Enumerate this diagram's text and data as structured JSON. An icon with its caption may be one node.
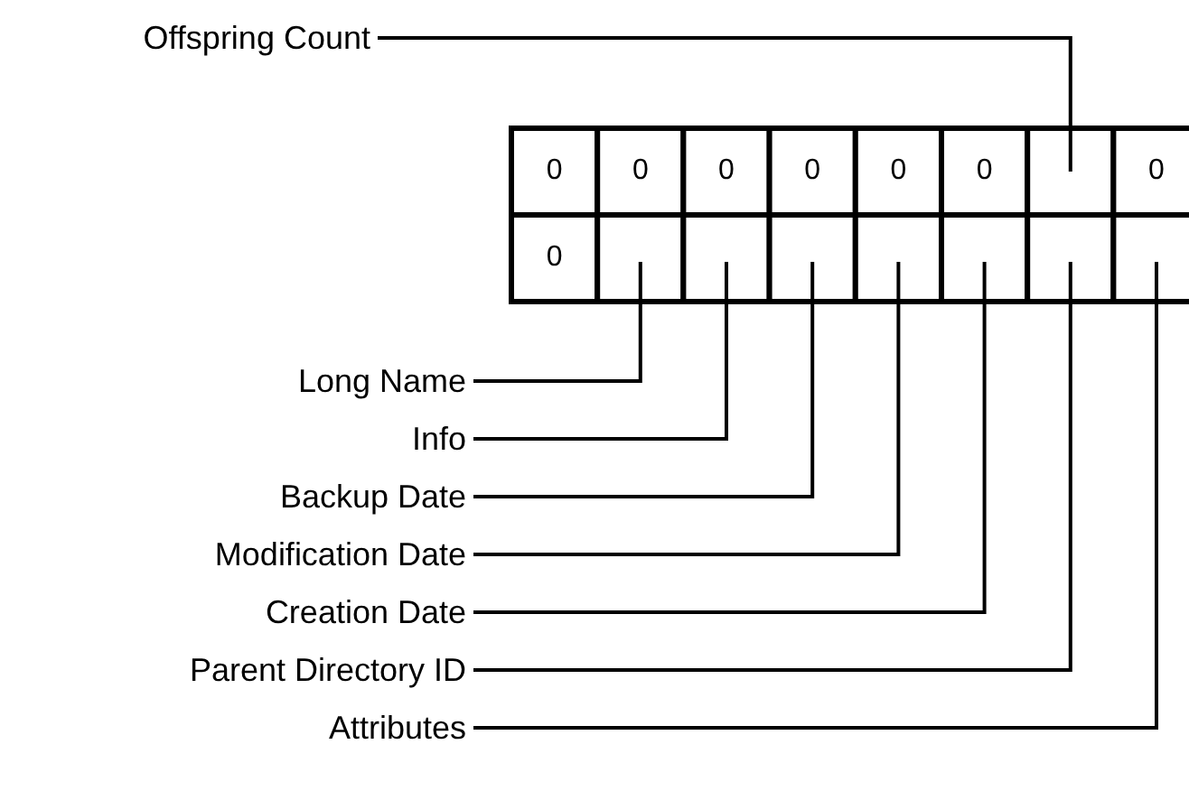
{
  "diagram": {
    "nodes": [
      {
        "text": [
          "Offspring Count"
        ]
      },
      {
        "text": [],
        "shape": "box"
      },
      {
        "text": [
          "Long Name"
        ]
      },
      {
        "text": [
          "Info"
        ]
      },
      {
        "text": [
          "Backup Date"
        ]
      },
      {
        "text": [
          "Modification Date"
        ]
      },
      {
        "text": [
          "Creation Date"
        ]
      },
      {
        "text": [
          "Parent Directory ID"
        ]
      },
      {
        "text": [
          "Attributes"
        ]
      },
      {
        "text": [],
        "shape": "box"
      },
      {
        "text": [],
        "shape": "box"
      },
      {
        "text": [],
        "shape": "box"
      },
      {
        "text": [],
        "shape": "box"
      },
      {
        "text": [],
        "shape": "box"
      },
      {
        "text": [],
        "shape": "box"
      },
      {
        "text": [],
        "shape": "box"
      }
    ],
    "edges": [
      {
        "from": 0,
        "to": 1,
        "arrow": "none"
      },
      {
        "from": 2,
        "to": 9,
        "arrow": "none"
      },
      {
        "from": 3,
        "to": 10,
        "arrow": "none"
      },
      {
        "from": 4,
        "to": 11,
        "arrow": "none"
      },
      {
        "from": 5,
        "to": 12,
        "arrow": "none"
      },
      {
        "from": 6,
        "to": 13,
        "arrow": "none"
      },
      {
        "from": 7,
        "to": 14,
        "arrow": "none"
      },
      {
        "from": 8,
        "to": 15,
        "arrow": "none"
      }
    ],
    "labels": [
      "0",
      "0",
      "0",
      "0",
      "0",
      "0",
      "0",
      "0"
    ]
  }
}
